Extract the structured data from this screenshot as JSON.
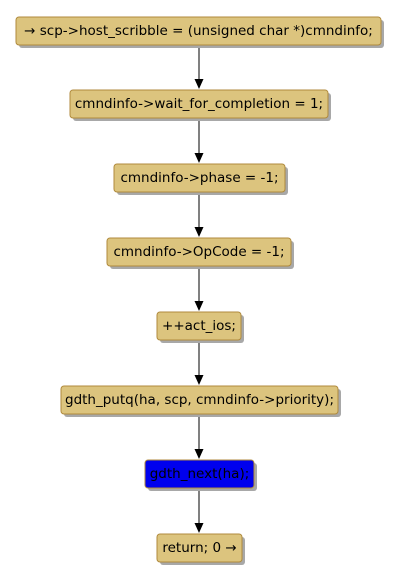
{
  "diagram": {
    "colors": {
      "node_fill": "#dcc47e",
      "node_border": "#b08a3c",
      "highlight_fill": "#0000ee",
      "highlight_border": "#2a2a6a",
      "edge": "#000000"
    },
    "nodes": [
      {
        "id": "n1",
        "label": "→ scp->host_scribble = (unsigned char *)cmndinfo;",
        "highlight": false
      },
      {
        "id": "n2",
        "label": "cmndinfo->wait_for_completion = 1;",
        "highlight": false
      },
      {
        "id": "n3",
        "label": "cmndinfo->phase = -1;",
        "highlight": false
      },
      {
        "id": "n4",
        "label": "cmndinfo->OpCode = -1;",
        "highlight": false
      },
      {
        "id": "n5",
        "label": "++act_ios;",
        "highlight": false
      },
      {
        "id": "n6",
        "label": "gdth_putq(ha, scp, cmndinfo->priority);",
        "highlight": false
      },
      {
        "id": "n7",
        "label": "gdth_next(ha);",
        "highlight": true
      },
      {
        "id": "n8",
        "label": "return; 0 →",
        "highlight": false
      }
    ],
    "edges": [
      {
        "from": "n1",
        "to": "n2"
      },
      {
        "from": "n2",
        "to": "n3"
      },
      {
        "from": "n3",
        "to": "n4"
      },
      {
        "from": "n4",
        "to": "n5"
      },
      {
        "from": "n5",
        "to": "n6"
      },
      {
        "from": "n6",
        "to": "n7"
      },
      {
        "from": "n7",
        "to": "n8"
      }
    ]
  }
}
